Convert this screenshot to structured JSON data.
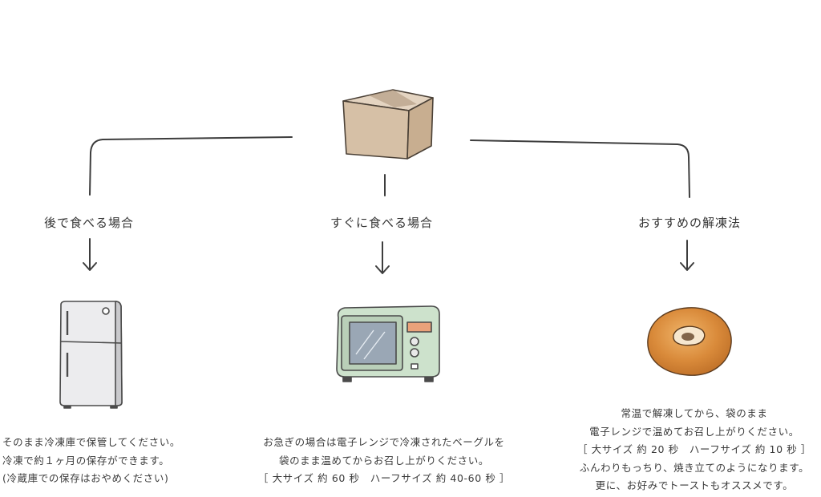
{
  "branches": {
    "left": {
      "label": "後で食べる場合",
      "icon": "refrigerator-icon",
      "description": [
        "そのまま冷凍庫で保管してください。",
        "冷凍で約１ヶ月の保存ができます。",
        "(冷蔵庫での保存はおやめください)"
      ]
    },
    "middle": {
      "label": "すぐに食べる場合",
      "icon": "microwave-icon",
      "description": [
        "お急ぎの場合は電子レンジで冷凍されたベーグルを",
        "袋のまま温めてからお召し上がりください。",
        "［ 大サイズ 約 60 秒　ハーフサイズ 約 40-60 秒 ］"
      ]
    },
    "right": {
      "label": "おすすめの解凍法",
      "icon": "bagel-icon",
      "description": [
        "常温で解凍してから、袋のまま",
        "電子レンジで温めてお召し上がりください。",
        "［ 大サイズ 約 20 秒　ハーフサイズ 約 10 秒 ］",
        "ふんわりもっちり、焼き立てのようになります。",
        "更に、お好みでトーストもオススメです。"
      ]
    }
  },
  "root_icon": "cardboard-box-icon",
  "colors": {
    "line": "#3d3d3d",
    "box": "#d9c6b0",
    "fridge": "#e8e8ea",
    "microwave": "#cfe3cf",
    "bagel": "#d68a3c"
  }
}
